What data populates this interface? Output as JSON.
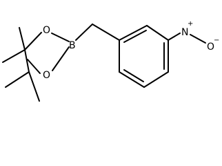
{
  "molecule": {
    "atoms": {
      "boron": "B",
      "ring_oxygen_top": "O",
      "ring_oxygen_bottom": "O",
      "nitro_nitrogen": "N",
      "nitro_oxygen": "O",
      "nitro_nitrogen_charge": "+",
      "nitro_oxygen_charge": "−"
    }
  },
  "colors": {
    "bond": "#000000",
    "background": "#ffffff"
  }
}
